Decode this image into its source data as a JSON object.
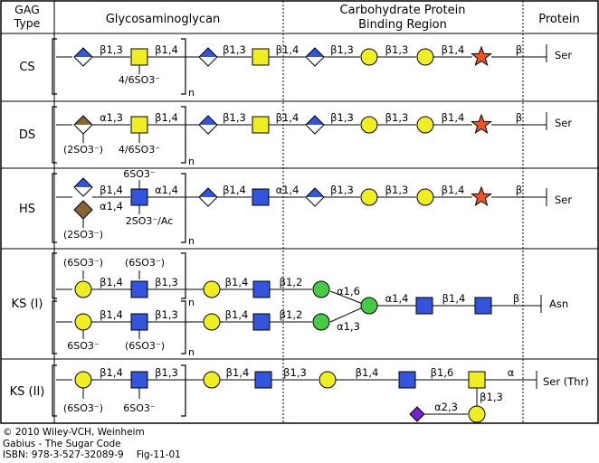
{
  "headers": {
    "gag_type": [
      "GAG",
      "Type"
    ],
    "glycosaminoglycan": "Glycosaminoglycan",
    "binding_region": [
      "Carbohydrate Protein",
      "Binding Region"
    ],
    "protein": "Protein"
  },
  "rows": [
    {
      "type": "CS",
      "amino_acid": "Ser",
      "repeat_links": [
        "β1,3",
        "β1,4"
      ],
      "substituents": [
        "4/6SO3⁻"
      ],
      "chain_links": [
        "β1,3",
        "β1,4",
        "β1,3",
        "β1,3",
        "β1,4",
        "β"
      ]
    },
    {
      "type": "DS",
      "amino_acid": "Ser",
      "repeat_links": [
        "α1,3",
        "β1,4"
      ],
      "substituents": [
        "(2SO3⁻)",
        "4/6SO3⁻"
      ],
      "chain_links": [
        "β1,3",
        "β1,4",
        "β1,3",
        "β1,3",
        "β1,4",
        "β"
      ]
    },
    {
      "type": "HS",
      "amino_acid": "Ser",
      "repeat_links": [
        "β1,4",
        "α1,4",
        "α1,4"
      ],
      "substituents": [
        "(2SO3⁻)",
        "6SO3⁻",
        "2SO3⁻/Ac"
      ],
      "chain_links": [
        "β1,4",
        "α1,4",
        "β1,3",
        "β1,3",
        "β1,4",
        "β"
      ]
    },
    {
      "type": "KS (I)",
      "amino_acid": "Asn",
      "repeat_links": [
        "β1,4",
        "β1,3",
        "β1,4",
        "β1,3"
      ],
      "substituents": [
        "(6SO3⁻)",
        "(6SO3⁻)",
        "6SO3⁻",
        "(6SO3⁻)"
      ],
      "chain_links": [
        "β1,4",
        "β1,2",
        "β1,4",
        "β1,2",
        "α1,6",
        "α1,3",
        "α1,4",
        "β1,4",
        "β"
      ]
    },
    {
      "type": "KS (II)",
      "amino_acid": "Ser (Thr)",
      "repeat_links": [
        "β1,4",
        "β1,3"
      ],
      "substituents": [
        "(6SO3⁻)",
        "6SO3⁻"
      ],
      "chain_links": [
        "β1,4",
        "β1,3",
        "β1,4",
        "β1,6",
        "α",
        "β1,3",
        "α2,3"
      ]
    }
  ],
  "repeat_marker": "n",
  "credits": {
    "copyright": "© 2010 Wiley-VCH, Weinheim",
    "book": "Gabius - The Sugar Code",
    "isbn": "ISBN: 978-3-527-32089-9",
    "figure": "Fig-11-01"
  },
  "colors": {
    "glcA_blue": "#3355dd",
    "glcNAc_square": "#3355dd",
    "galNAc_square": "#eeee22",
    "gal_circle": "#eeee22",
    "man_circle": "#44cc44",
    "xyl_star": "#ee5522",
    "idoA_brown": "#886633",
    "neuAc_diamond": "#7722cc"
  }
}
